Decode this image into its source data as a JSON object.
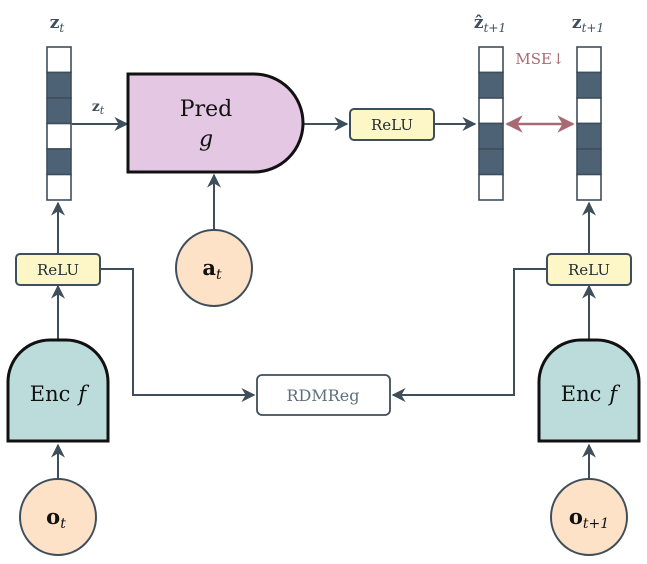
{
  "colors": {
    "stroke": "#3f4e5b",
    "cell_dark": "#4e6275",
    "relu_fill": "#fdf7c8",
    "pred_fill": "#e3c7e3",
    "enc_fill": "#bcdcdc",
    "input_fill": "#fde2c7",
    "mse_color": "#a86a72",
    "rdm_text": "#5f6f7c"
  },
  "labels": {
    "z_t_top": {
      "base": "z",
      "sub": "t"
    },
    "z_t_arrow": {
      "base": "z",
      "sub": "t"
    },
    "zhat_t1": {
      "base": "ẑ",
      "sub": "t+1"
    },
    "z_t1": {
      "base": "z",
      "sub": "t+1"
    },
    "mse": "MSE↓",
    "relu_left": "ReLU",
    "relu_right": "ReLU",
    "relu_mid": "ReLU",
    "pred_name": "Pred",
    "pred_sym": "g",
    "enc_left_name": "Enc",
    "enc_left_sym": "f",
    "enc_right_name": "Enc",
    "enc_right_sym": "f",
    "rdmreg": "RDMReg",
    "a_t": {
      "base": "a",
      "sub": "t"
    },
    "o_t": {
      "base": "o",
      "sub": "t"
    },
    "o_t1": {
      "base": "o",
      "sub": "t+1"
    }
  },
  "vectors": {
    "z_t": [
      0,
      1,
      1,
      0,
      1,
      0
    ],
    "zhat_t1": [
      0,
      1,
      0,
      1,
      1,
      0
    ],
    "z_t1": [
      0,
      1,
      0,
      1,
      1,
      0
    ]
  }
}
